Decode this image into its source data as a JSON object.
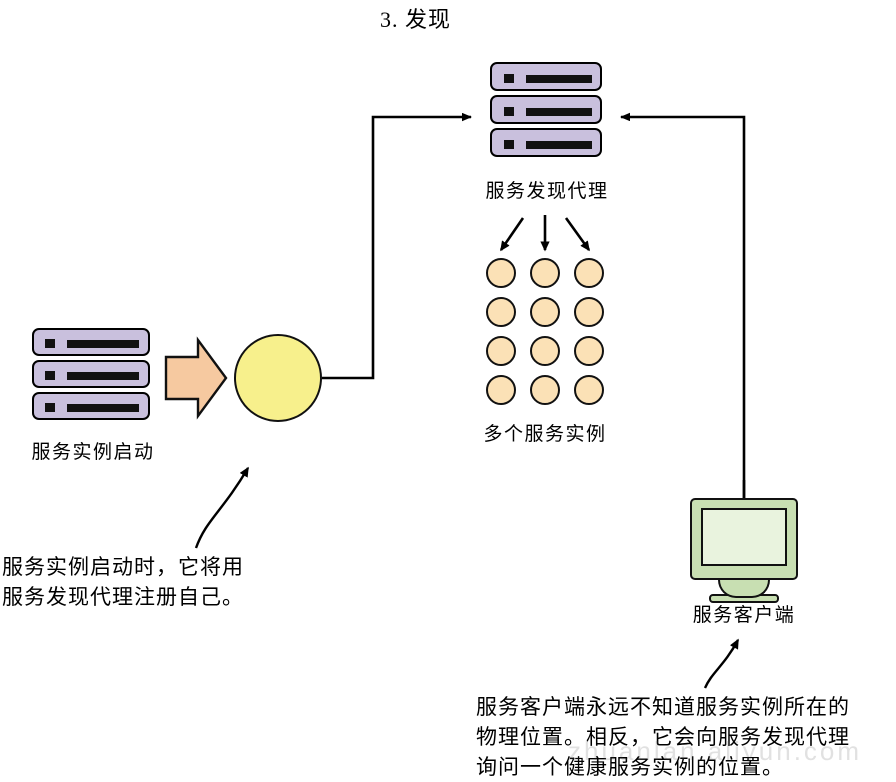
{
  "page": {
    "title": "3. 发现",
    "background_color": "#ffffff",
    "watermark_text": "zhuanlan.aliyun.com"
  },
  "palette": {
    "server_fill": "#c9c0dd",
    "server_detail": "#111111",
    "instance_circle_fill": "#fbe1b6",
    "hub_circle_fill": "#f7f08c",
    "block_arrow_fill": "#f6c9a0",
    "monitor_frame_fill": "#c8dfb2",
    "monitor_screen_fill": "#e9f3de",
    "stroke": "#000000"
  },
  "nodes": {
    "discovery_agent": {
      "label": "服务发现代理",
      "icon": "server-stack-icon",
      "units": 3
    },
    "service_instances_startup": {
      "label": "服务实例启动",
      "icon": "server-stack-icon",
      "units": 3
    },
    "hub_circle": {
      "icon": "yellow-circle-icon"
    },
    "block_arrow": {
      "icon": "block-arrow-right-icon"
    },
    "multiple_instances": {
      "label": "多个服务实例",
      "icon": "instance-circle-icon",
      "rows": 4,
      "columns": 3,
      "count": 12
    },
    "service_client": {
      "label": "服务客户端",
      "icon": "monitor-icon"
    }
  },
  "notes": {
    "left": "服务实例启动时，它将用\n服务发现代理注册自己。",
    "right": "服务客户端永远不知道服务实例所在的\n物理位置。相反，它会向服务发现代理\n询问一个健康服务实例的位置。"
  },
  "connectors": [
    {
      "name": "registration-line",
      "from": "hub_circle",
      "to": "discovery_agent",
      "style": "orthogonal-arrow",
      "direction": "right-up-right"
    },
    {
      "name": "client-query-line",
      "from": "service_client",
      "to": "discovery_agent",
      "style": "orthogonal-arrow",
      "direction": "up-left"
    },
    {
      "name": "agent-to-instances-arrow-left",
      "from": "discovery_agent",
      "to": "multiple_instances",
      "style": "diagonal-arrow"
    },
    {
      "name": "agent-to-instances-arrow-center",
      "from": "discovery_agent",
      "to": "multiple_instances",
      "style": "straight-arrow"
    },
    {
      "name": "agent-to-instances-arrow-right",
      "from": "discovery_agent",
      "to": "multiple_instances",
      "style": "diagonal-arrow"
    },
    {
      "name": "left-note-callout",
      "from": "notes.left",
      "to": "hub_circle",
      "style": "curved-arrow"
    },
    {
      "name": "right-note-callout",
      "from": "notes.right",
      "to": "service_client",
      "style": "curved-arrow"
    }
  ]
}
